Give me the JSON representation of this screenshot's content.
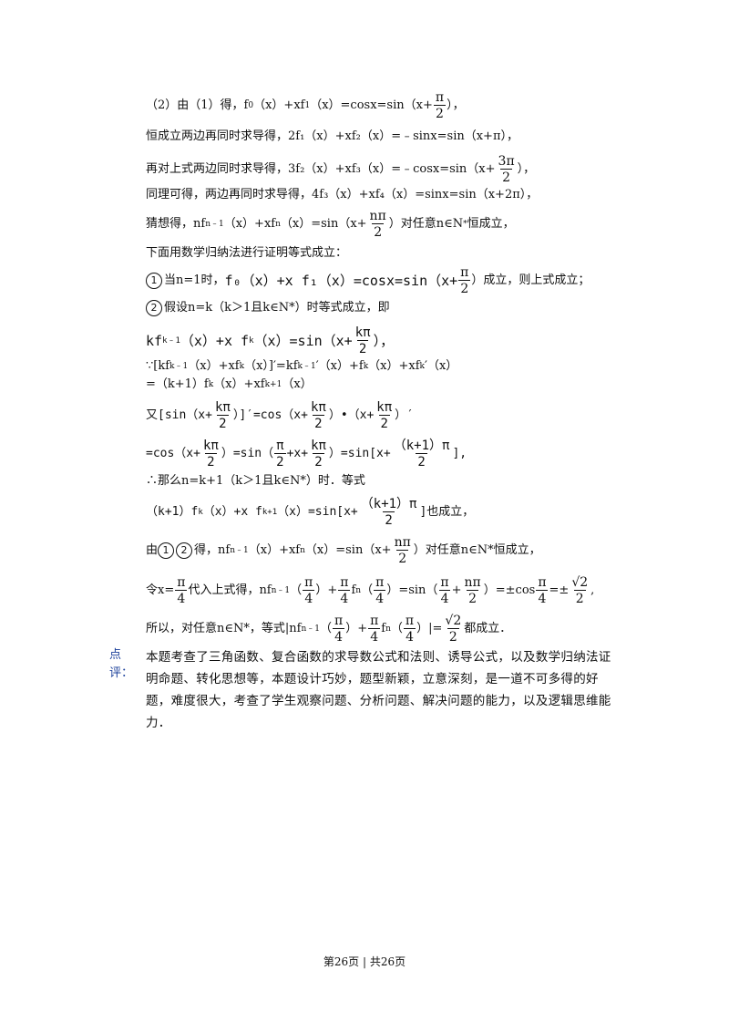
{
  "solution": {
    "l1_pre": "（2）由（1）得，f",
    "l1_mid": "（x）+xf",
    "l1_post": "（x）=cosx=sin（x+",
    "l1_end": "），",
    "l2": "恒成立两边再同时求导得，2f₁（x）+xf₂（x）=﹣sinx=sin（x+π），",
    "l3_pre": "再对上式两边同时求导得，3f₂（x）+xf₃（x）=﹣cosx=sin（x+",
    "l3_end": "），",
    "l4": "同理可得，两边再同时求导得，4f₃（x）+xf₄（x）=sinx=sin（x+2π），",
    "l5_pre": "猜想得，nf",
    "l5_sub1": "n﹣1",
    "l5_mid": "（x）+xf",
    "l5_sub2": "n",
    "l5_post": "（x）=sin（x+",
    "l5_end": "）对任意n∈N",
    "l5_tail": "恒成立，",
    "l6": "下面用数学归纳法进行证明等式成立：",
    "l7_circle": "1",
    "l7_pre": "当n=1时，",
    "l7_expr": "f₀（x）+x f₁（x）=cosx=sin（x+",
    "l7_end": "）成立，则上式成立；",
    "l8_circle": "2",
    "l8_text": "假设n=k（k＞1且k∈N*）时等式成立，即",
    "l9_expr": "kf",
    "l9_sub": "k﹣1",
    "l9_mid": "（x）+x f",
    "l9_sub2": "k",
    "l9_post": "（x）=sin（x+",
    "l9_end": "），",
    "l10": "∵[kf",
    "l10_rest": "（x）+xf",
    "l10_rest2": "（x）]′=kf",
    "l10_rest3": "′（x）+f",
    "l10_rest4": "（x）+xf",
    "l10_rest5": "′（x）",
    "l11": "=（k+1）f",
    "l11_rest": "（x）+xf",
    "l11_end": "（x）",
    "l12_pre": "又[sin（x+",
    "l12_mid": "）]′=cos（x+",
    "l12_mid2": "）•（x+",
    "l12_end": "）′",
    "l13_pre": "=cos（x+",
    "l13_mid": "）=sin（",
    "l13_mid2": "+x+",
    "l13_mid3": "）=sin[x+",
    "l13_end": "],",
    "l14": "∴那么n=k+1（k＞1且k∈N*）时．等式",
    "l15_pre": "（k+1）f",
    "l15_mid": "（x）+x f",
    "l15_post": "（x）=sin[x+",
    "l15_end": "]也成立，",
    "l16_pre": "由",
    "l16_mid": "得，nf",
    "l16_rest": "（x）+xf",
    "l16_post": "（x）=sin（x+",
    "l16_end": "）对任意n∈N*恒成立，",
    "l17_pre": "令x=",
    "l17_mid": "代入上式得，nf",
    "l17_a": "（",
    "l17_b": "）+",
    "l17_c": "f",
    "l17_d": "（",
    "l17_e": "）=sin（",
    "l17_f": "+",
    "l17_g": "）=±cos",
    "l17_h": "=±",
    "l17_end": ",",
    "l18_pre": "所以，对任意n∈N*，等式|nf",
    "l18_a": "（",
    "l18_b": "）+",
    "l18_c": "f",
    "l18_d": "（",
    "l18_e": "）|=",
    "l18_end": "都成立．",
    "pi": "π",
    "two": "2",
    "four": "4",
    "three_pi": "3π",
    "n_pi": "nπ",
    "k_pi": "kπ",
    "kp1_pi": "（k+1）π",
    "sqrt2": "√2",
    "sub0": "0",
    "sub1": "1",
    "subk": "k",
    "subkp1": "k+1",
    "subkm1": "k﹣1",
    "subn": "n",
    "subnm1": "n﹣1",
    "star": "*"
  },
  "comment": {
    "label": "点评：",
    "text": "本题考查了三角函数、复合函数的求导数公式和法则、诱导公式，以及数学归纳法证明命题、转化思想等，本题设计巧妙，题型新颖，立意深刻，是一道不可多得的好题，难度很大，考查了学生观察问题、分析问题、解决问题的能力，以及逻辑思维能力．"
  },
  "footer": {
    "text": "第26页 | 共26页"
  }
}
